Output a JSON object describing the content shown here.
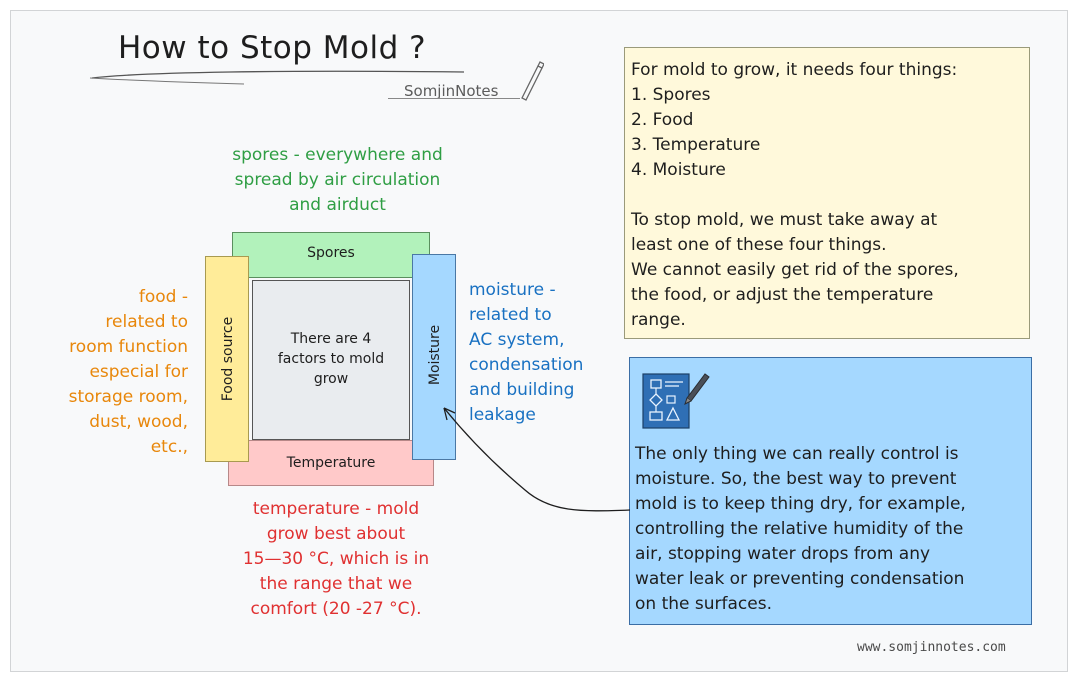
{
  "title": "How to Stop Mold ?",
  "brand": "SomjinNotes",
  "website": "www.somjinnotes.com",
  "diagram": {
    "spores_label": "Spores",
    "food_label": "Food source",
    "temperature_label": "Temperature",
    "moisture_label": "Moisture",
    "center_text": "There are 4\nfactors to mold\ngrow"
  },
  "captions": {
    "spores": "spores - everywhere and\nspread by air circulation\nand airduct",
    "food": "food -\nrelated to\nroom function\nespecial for\nstorage room,\ndust, wood,\netc.,",
    "moisture": "moisture -\nrelated to\nAC system,\ncondensation\nand building\nleakage",
    "temperature": "temperature - mold\ngrow best about\n15—30 °C, which is in\nthe range that we\ncomfort (20 -27 °C)."
  },
  "notes": {
    "requirements": "For mold to grow, it needs four things:\n1. Spores\n2. Food\n3. Temperature\n4. Moisture\n\nTo stop mold, we must take away at\nleast one of these four things.\nWe cannot easily get rid of the spores,\nthe food, or adjust the temperature\nrange.",
    "control": "The only thing we can really control is\nmoisture. So, the best way to prevent\nmold is to keep thing dry, for example,\ncontrolling the relative humidity of the\nair, stopping water drops from any\nwater leak or preventing condensation\non the surfaces."
  },
  "colors": {
    "spores": "#b2f2bb",
    "food": "#ffec99",
    "moisture": "#a5d8ff",
    "temperature": "#ffc9c9",
    "green_text": "#2f9e44",
    "orange_text": "#e8870b",
    "blue_text": "#1971c2",
    "red_text": "#e03131"
  },
  "icons": [
    "document-flowchart-icon",
    "pencil-icon",
    "arrow-pointer-icon"
  ]
}
